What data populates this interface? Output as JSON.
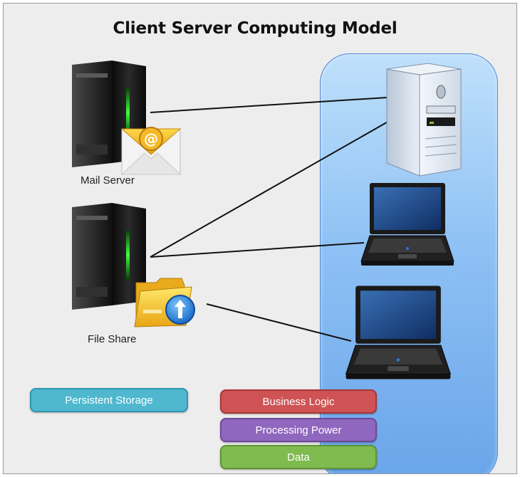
{
  "diagram": {
    "title": "Client Server Computing Model",
    "servers": [
      {
        "label": "Mail Server",
        "icon": "mail-envelope-icon"
      },
      {
        "label": "File Share",
        "icon": "folder-icon"
      }
    ],
    "clients": [
      {
        "icon": "desktop-tower-icon"
      },
      {
        "icon": "laptop-icon"
      },
      {
        "icon": "laptop-icon"
      }
    ],
    "connections": [
      {
        "from": "Mail Server",
        "to": "desktop-tower"
      },
      {
        "from": "File Share",
        "to": "desktop-tower"
      },
      {
        "from": "File Share",
        "to": "laptop-1"
      },
      {
        "from": "File Share",
        "to": "laptop-2"
      }
    ],
    "tiers": [
      {
        "label": "Persistent Storage",
        "color": "#4fb8cf"
      },
      {
        "label": "Business Logic",
        "color": "#cf5354"
      },
      {
        "label": "Processing Power",
        "color": "#9067be"
      },
      {
        "label": "Data",
        "color": "#7fbb4f"
      }
    ],
    "colors": {
      "client_panel": "#8ec1f4",
      "background": "#ededed"
    }
  }
}
